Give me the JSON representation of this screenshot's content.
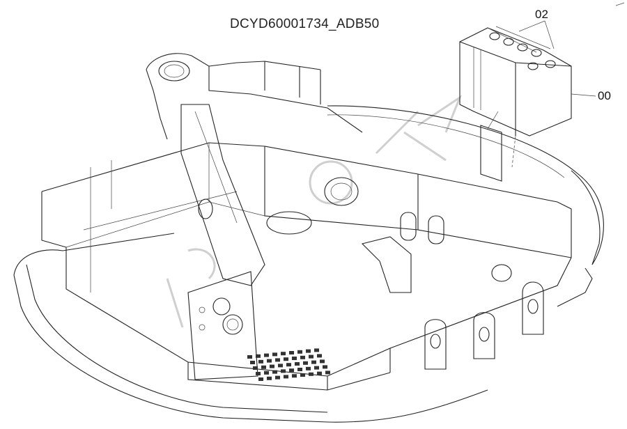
{
  "drawing": {
    "title": "DCYD60001734_ADB50",
    "callouts": [
      {
        "label": "02"
      },
      {
        "label": "00"
      }
    ]
  }
}
